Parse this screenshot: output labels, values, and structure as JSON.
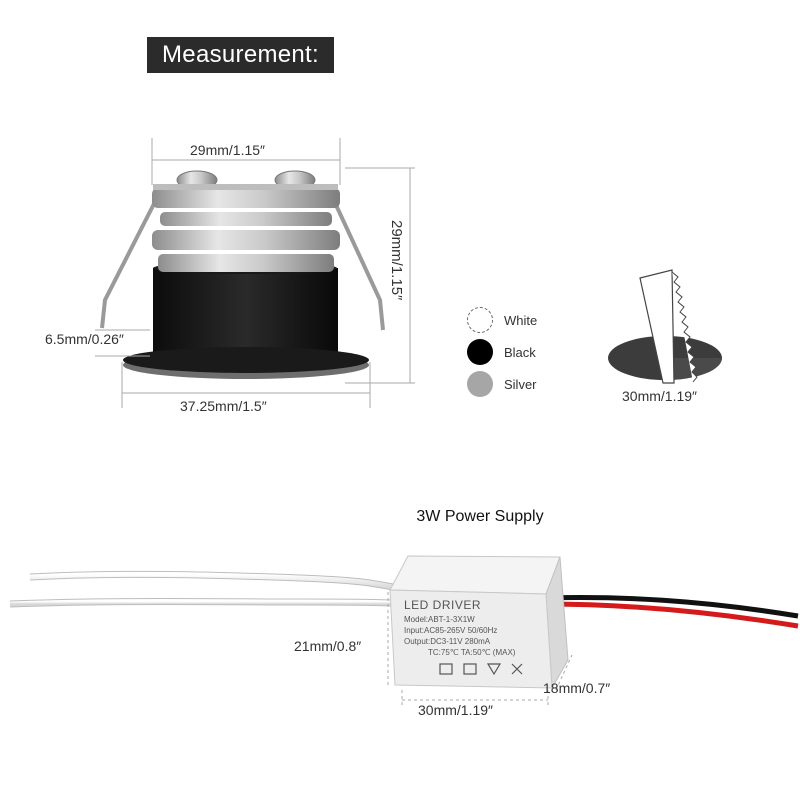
{
  "header": {
    "title": "Measurement:"
  },
  "light_dimensions": {
    "top_width": "29mm/1.15″",
    "height": "29mm/1.15″",
    "flange_height": "6.5mm/0.26″",
    "flange_width": "37.25mm/1.5″"
  },
  "colors": [
    {
      "label": "White",
      "hex": "#ffffff"
    },
    {
      "label": "Black",
      "hex": "#000000"
    },
    {
      "label": "Silver",
      "hex": "#a6a6a6"
    }
  ],
  "cutout": {
    "label": "30mm/1.19″"
  },
  "power_supply": {
    "title": "3W Power Supply",
    "label_lines": [
      "LED DRIVER",
      "Model:ABT-1-3X1W",
      "Input:AC85-265V 50/60Hz",
      "Output:DC3-11V  280mA",
      "TC:75℃  TA:50℃  (MAX)"
    ],
    "height": "21mm/0.8″",
    "length": "30mm/1.19″",
    "depth": "18mm/0.7″"
  }
}
